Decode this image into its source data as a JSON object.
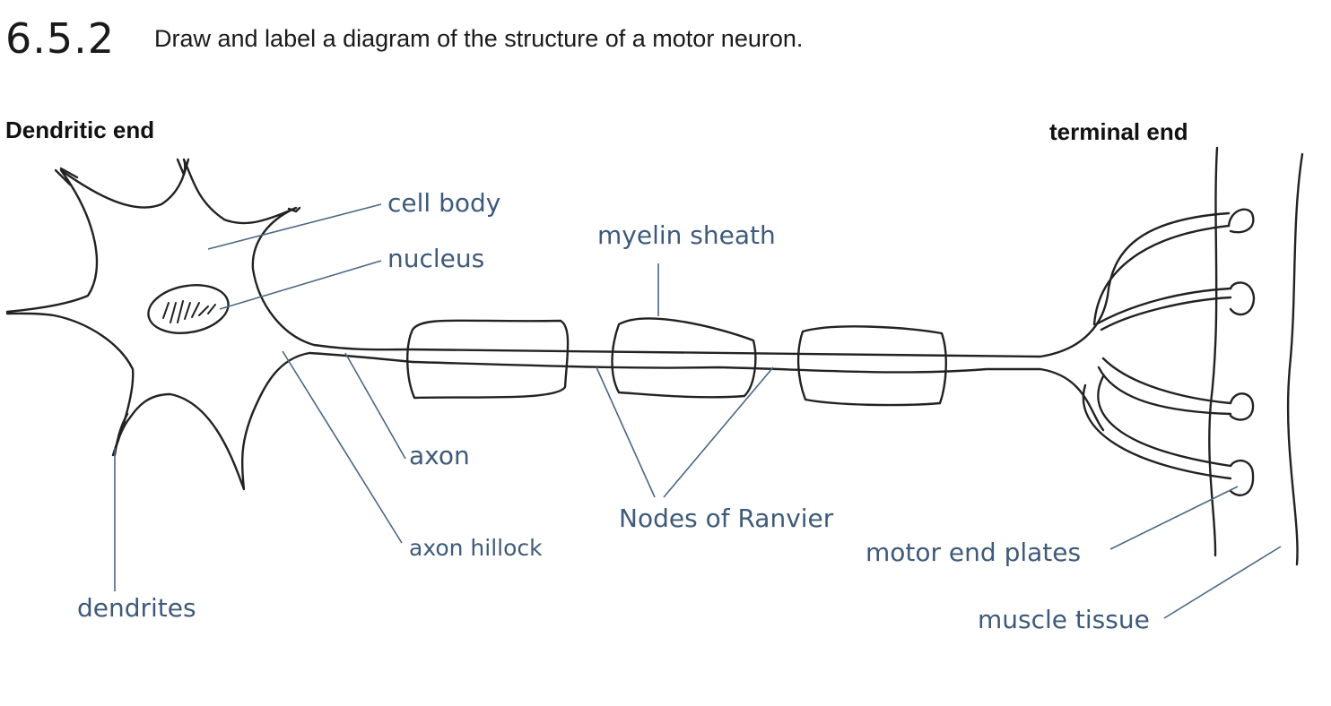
{
  "header": {
    "section_number": "6.5.2",
    "instruction": "Draw and label a diagram of the structure of a motor neuron."
  },
  "ends": {
    "dendritic": "Dendritic end",
    "terminal": "terminal end"
  },
  "labels": {
    "cell_body": "cell body",
    "nucleus": "nucleus",
    "myelin_sheath": "myelin sheath",
    "axon": "axon",
    "axon_hillock": "axon hillock",
    "nodes_of_ranvier": "Nodes of Ranvier",
    "motor_end_plates": "motor end plates",
    "muscle_tissue": "muscle tissue",
    "dendrites": "dendrites"
  },
  "colors": {
    "drawing": "#222222",
    "label_text": "#3e5a7a",
    "leader_line": "#4a6784"
  }
}
